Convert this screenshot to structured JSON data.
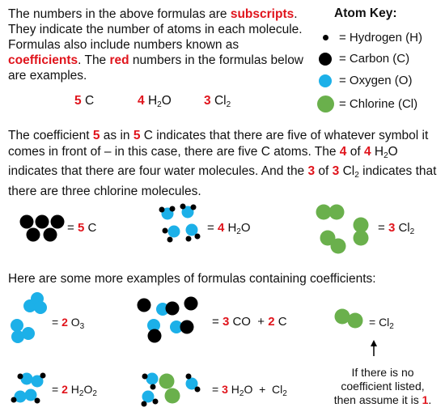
{
  "intro": {
    "t1": "The numbers in the above formulas are ",
    "subscripts": "subscripts",
    "t2": ". They indicate the number of atoms in each molecule. Formulas also include numbers known as ",
    "coefficients": "coefficients",
    "t3": ". The ",
    "red": "red",
    "t4": " numbers in the formulas below are examples."
  },
  "examples": [
    {
      "coef": "5",
      "sym": "C",
      "sub": ""
    },
    {
      "coef": "4",
      "sym": "H",
      "sub": "2",
      "sym2": "O"
    },
    {
      "coef": "3",
      "sym": "Cl",
      "sub": "2"
    }
  ],
  "key": {
    "title": "Atom Key:",
    "items": [
      {
        "label": "= Hydrogen (H)",
        "color": "#000000"
      },
      {
        "label": "= Carbon (C)",
        "color": "#000000"
      },
      {
        "label": "= Oxygen (O)",
        "color": "#1cb0e8"
      },
      {
        "label": "= Chlorine (Cl)",
        "color": "#6ab04c"
      }
    ]
  },
  "paragraph": {
    "a": "The coefficient ",
    "c5": "5",
    "b": " as in ",
    "c5b": "5",
    "c": " C indicates that there are five of whatever symbol it comes in front of – in this case, there are five C atoms. The ",
    "c4": "4",
    "d": " of ",
    "c4b": "4",
    "e": " H",
    "e_sub": "2",
    "f": "O indicates that there are four water molecules. And the ",
    "c3": "3",
    "g": " of ",
    "c3b": "3",
    "h": " Cl",
    "h_sub": "2",
    "i": " indicates that there are three chlorine molecules."
  },
  "row1": {
    "c": {
      "eq": "= ",
      "coef": "5",
      "sym": " C"
    },
    "w": {
      "eq": "= ",
      "coef": "4",
      "sym": " H",
      "sub": "2",
      "sym2": "O"
    },
    "cl": {
      "eq": "= ",
      "coef": "3",
      "sym": " Cl",
      "sub": "2"
    }
  },
  "more": "Here are some more examples of formulas containing coefficients:",
  "row2": {
    "o3": {
      "eq": "= ",
      "coef": "2",
      "sym": " O",
      "sub": "3"
    },
    "co": {
      "eq": "= ",
      "coef": "3",
      "sym": " CO  + ",
      "coef2": "2",
      "sym2": " C"
    },
    "cl2": {
      "eq": "= Cl",
      "sub": "2"
    }
  },
  "row3": {
    "h2o2": {
      "eq": "= ",
      "coef": "2",
      "sym": " H",
      "sub": "2",
      "sym2": "O",
      "sub2": "2"
    },
    "mix": {
      "eq": "= ",
      "coef": "3",
      "sym": " H",
      "sub": "2",
      "sym2": "O  +  Cl",
      "sub2": "2"
    }
  },
  "note": {
    "t1": "If there is no coefficient listed, then assume it is ",
    "one": "1",
    "t2": "."
  }
}
